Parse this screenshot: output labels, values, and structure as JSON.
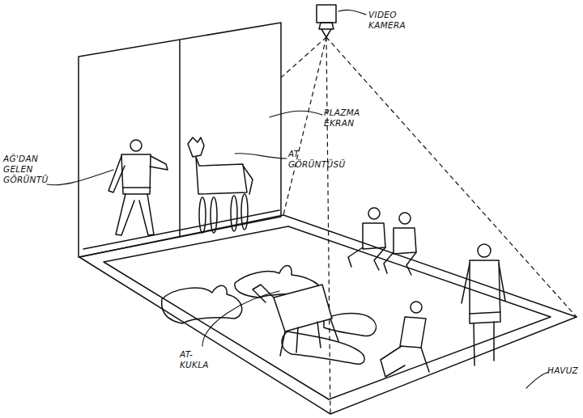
{
  "diagram": {
    "labels": [
      "VIDEO KAMERA",
      "PLAZMA EKRAN",
      "AĞ'DAN GELEN GÖRÜNTÜ",
      "AT GÖRÜNTÜSÜ",
      "AT-KUKLA",
      "HAVUZ"
    ]
  }
}
